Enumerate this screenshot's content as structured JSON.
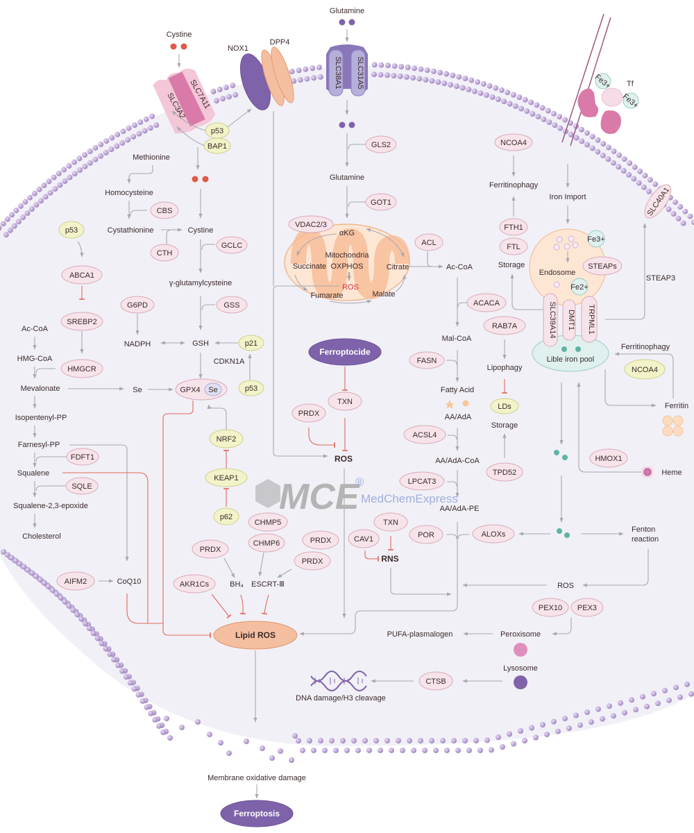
{
  "colors": {
    "cell_bg": "#f1f0f7",
    "membrane": "#b39ad0",
    "protein_pink": "#f7e4ea",
    "protein_yellow": "#f2f3c9",
    "inhibit": "#e06a5a",
    "arrow": "#a8a8b0",
    "purple_node": "#7f63aa",
    "lipid_ros": "#f4bfa0",
    "mito": "#fbd9bf",
    "iron_pool": "#dff0ef",
    "cystine_dot": "#e05a45",
    "glutamine_dot": "#7f63aa",
    "iron_dot": "#5fb3a4"
  },
  "membrane_proteins": {
    "cystine_label": "Cystine",
    "slc3a2": "SLC3A2",
    "slc7a11": "SLC7A11",
    "nox1": "NOX1",
    "dpp4": "DPP4",
    "glutamine_label": "Glutamine",
    "slc38a1": "SLC38A1",
    "slc31a5": "SLC31A5",
    "tf": "Tf",
    "fe3_a": "Fe3+",
    "fe3_b": "Fe3+",
    "slc40a1": "SLC40A1"
  },
  "cystine_path": {
    "p53": "p53",
    "bap1": "BAP1",
    "methionine": "Methionine",
    "homocysteine": "Homocysteine",
    "cbs": "CBS",
    "cystathionine": "Cystathionine",
    "cth": "CTH",
    "cystine": "Cystine",
    "gclc": "GCLC",
    "gamma_glut": "γ-glutamylcysteine",
    "gss": "GSS",
    "g6pd": "G6PD",
    "nadph": "NADPH",
    "gsh": "GSH",
    "p21": "p21",
    "cdkn1a": "CDKN1A",
    "p53_b": "p53",
    "gpx4": "GPX4",
    "se_inner": "Se",
    "se": "Se",
    "nrf2": "NRF2",
    "keap1": "KEAP1",
    "p62": "p62"
  },
  "mevalonate_path": {
    "p53": "p53",
    "abca1": "ABCA1",
    "srebp2": "SREBP2",
    "ac_coa": "Ac-CoA",
    "hmg_coa": "HMG-CoA",
    "hmgcr": "HMGCR",
    "mevalonate": "Mevalonate",
    "isopentenyl": "Isopentenyl-PP",
    "farnesyl": "Farnesyl-PP",
    "fdft1": "FDFT1",
    "squalene": "Squalene",
    "sqle": "SQLE",
    "squalene_epox": "Squalene-2,3-epoxide",
    "cholesterol": "Cholesterol",
    "aifm2": "AIFM2",
    "coq10": "CoQ10"
  },
  "lipid_ros_inhibitors": {
    "prdx_a": "PRDX",
    "akr1cs": "AKR1Cs",
    "bh4": "BH₄",
    "chmp5": "CHMP5",
    "chmp6": "CHMP6",
    "prdx_b": "PRDX",
    "prdx_c": "PRDX",
    "escrt": "ESCRT-Ⅲ",
    "lipid_ros": "Lipid ROS"
  },
  "glutamine_path": {
    "gls2": "GLS2",
    "glutamine": "Glutamine",
    "got1": "GOT1",
    "vdac": "VDAC2/3",
    "akg": "αKG",
    "mito_label": "Mitochondria",
    "oxphos": "OXPHOS",
    "succinate": "Succinate",
    "citrate": "Citrate",
    "ros": "ROS",
    "fumarate": "Fumarate",
    "malate": "Malate",
    "acl": "ACL",
    "ac_coa": "Ac-CoA",
    "acaca": "ACACA",
    "mal_coa": "Mal-CoA",
    "fasn": "FASN",
    "fatty_acid": "Fatty Acid",
    "aa_ada": "AA/AdA",
    "acsl4": "ACSL4",
    "aa_ada_coa": "AA/AdA-CoA",
    "lpcat3": "LPCAT3",
    "aa_ada_pe": "AA/AdA-PE"
  },
  "ros_center": {
    "ferroptocide": "Ferroptocide",
    "txn": "TXN",
    "prdx": "PRDX",
    "ros": "ROS",
    "txn_b": "TXN",
    "cav1": "CAV1",
    "rns": "RNS",
    "por": "POR",
    "aloxs": "ALOXs"
  },
  "iron_path": {
    "ncoa4": "NCOA4",
    "ferritinophagy": "Ferritinophagy",
    "fth1": "FTH1",
    "ftl": "FTL",
    "storage": "Storage",
    "iron_import": "Iron Import",
    "fe3": "Fe3+",
    "steaps": "STEAPs",
    "endosome": "Endosome",
    "fe2": "Fe2+",
    "steap3": "STEAP3",
    "slc39a14": "SLC39A14",
    "dmt1": "DMT1",
    "trpml1": "TRPML1",
    "lible_pool": "Lible iron pool",
    "ferritinophagy_b": "Ferritinophagy",
    "ncoa4_b": "NCOA4",
    "ferritin": "Ferritin",
    "rab7a": "RAB7A",
    "lipophagy": "Lipophagy",
    "lds": "LDs",
    "storage_b": "Storage",
    "tpd52": "TPD52",
    "hmox1": "HMOX1",
    "heme": "Heme",
    "fenton": "Fenton",
    "reaction": "reaction",
    "ros": "ROS",
    "pex10": "PEX10",
    "pex3": "PEX3",
    "peroxisome": "Peroxisome",
    "pufa": "PUFA-plasmalogen",
    "lysosome": "Lysosome",
    "ctsb": "CTSB",
    "dna": "DNA  damage/H3 cleavage"
  },
  "outcome": {
    "membrane_damage": "Membrane oxidative damage",
    "ferroptosis": "Ferroptosis"
  },
  "watermark": {
    "logo": "MCE",
    "reg": "®",
    "company": "MedChemExpress"
  }
}
